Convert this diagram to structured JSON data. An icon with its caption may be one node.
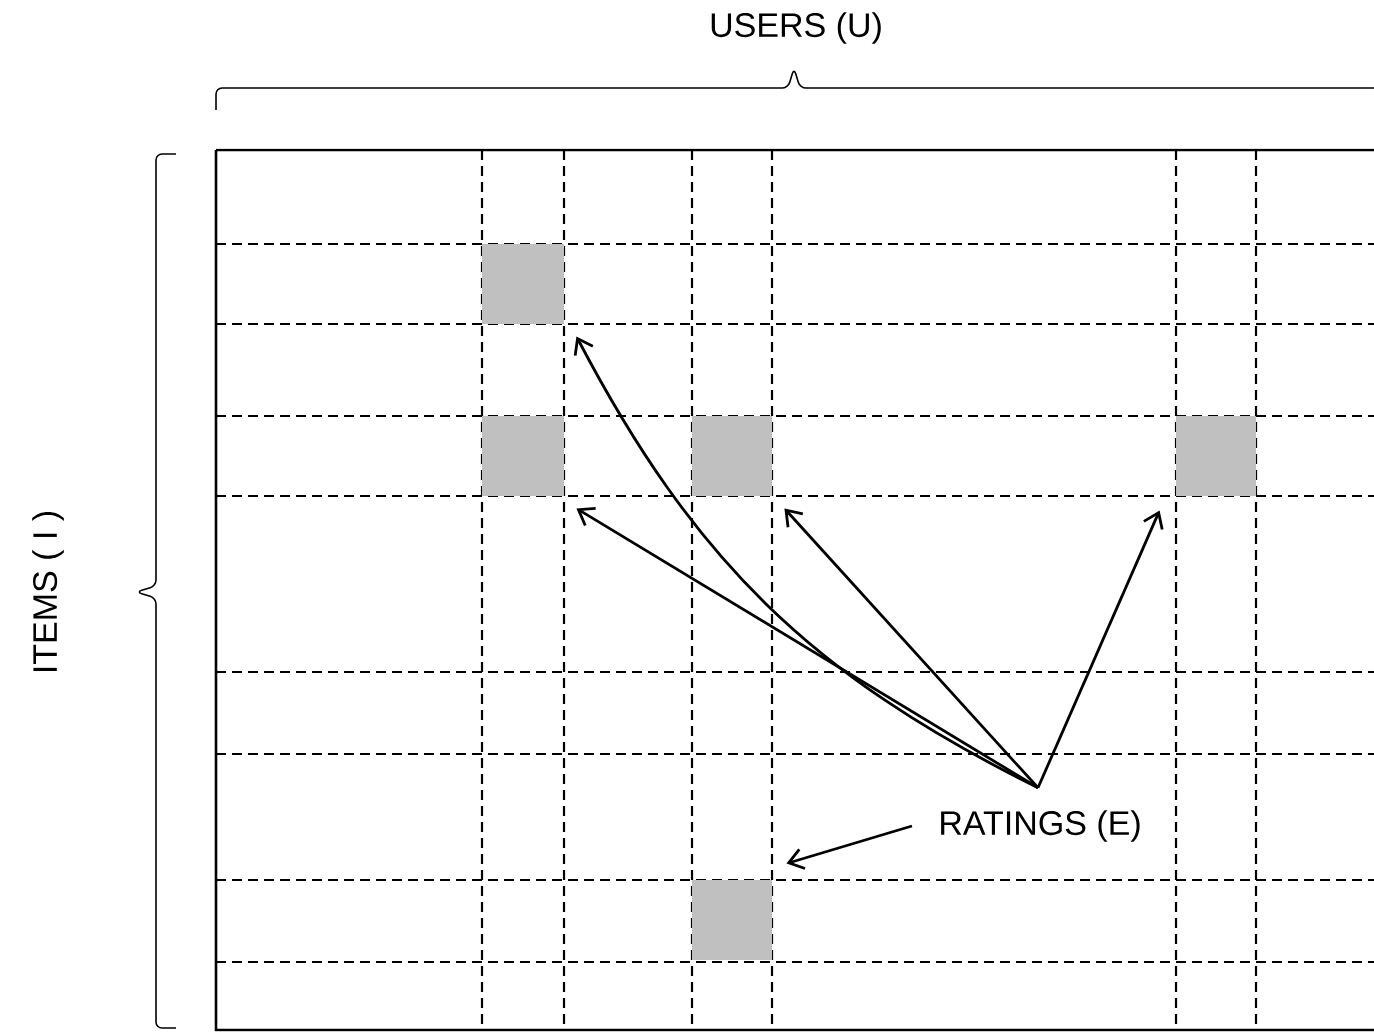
{
  "diagram": {
    "nodes": [
      {
        "text": [
          "RATINGS (E)"
        ]
      },
      {
        "text": [],
        "shape": "box"
      },
      {
        "text": [],
        "shape": "box"
      },
      {
        "text": [],
        "shape": "box"
      },
      {
        "text": [],
        "shape": "box"
      },
      {
        "text": [],
        "shape": "box"
      }
    ],
    "edges": [
      {
        "from": 0,
        "to": 1,
        "arrow": "to"
      },
      {
        "from": 0,
        "to": 2,
        "arrow": "to"
      },
      {
        "from": 0,
        "to": 3,
        "arrow": "to"
      },
      {
        "from": 0,
        "to": 4,
        "arrow": "to"
      },
      {
        "from": 0,
        "to": 5,
        "arrow": "to"
      }
    ],
    "labels": [
      "USERS (U)",
      "ITEMS ( I )"
    ]
  }
}
